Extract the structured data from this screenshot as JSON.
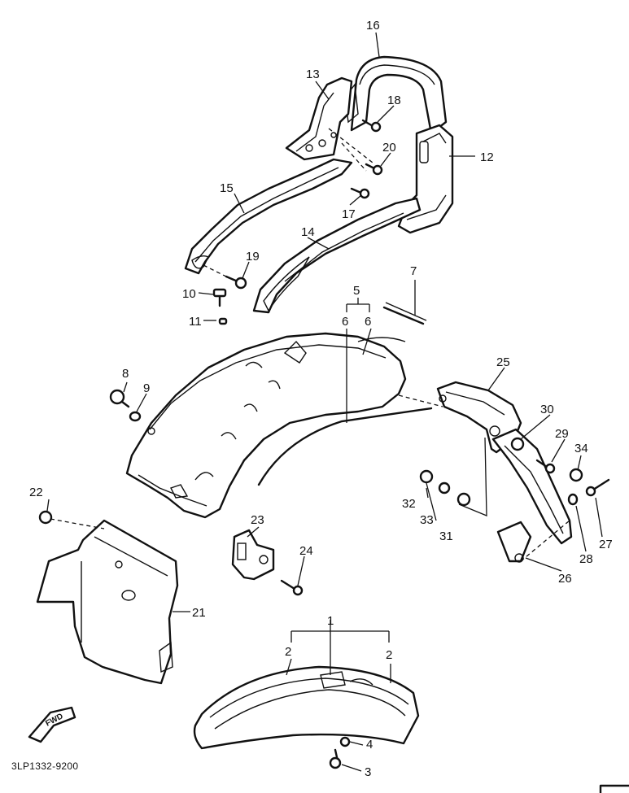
{
  "diagram_code": "3LP1332-9200",
  "fwd_label": "FWD",
  "callouts": [
    {
      "id": "c1",
      "label": "1"
    },
    {
      "id": "c2a",
      "label": "2"
    },
    {
      "id": "c2b",
      "label": "2"
    },
    {
      "id": "c3",
      "label": "3"
    },
    {
      "id": "c4",
      "label": "4"
    },
    {
      "id": "c5",
      "label": "5"
    },
    {
      "id": "c6a",
      "label": "6"
    },
    {
      "id": "c6b",
      "label": "6"
    },
    {
      "id": "c7",
      "label": "7"
    },
    {
      "id": "c8",
      "label": "8"
    },
    {
      "id": "c9",
      "label": "9"
    },
    {
      "id": "c10",
      "label": "10"
    },
    {
      "id": "c11",
      "label": "11"
    },
    {
      "id": "c12",
      "label": "12"
    },
    {
      "id": "c13",
      "label": "13"
    },
    {
      "id": "c14",
      "label": "14"
    },
    {
      "id": "c15",
      "label": "15"
    },
    {
      "id": "c16",
      "label": "16"
    },
    {
      "id": "c17",
      "label": "17"
    },
    {
      "id": "c18",
      "label": "18"
    },
    {
      "id": "c19",
      "label": "19"
    },
    {
      "id": "c20",
      "label": "20"
    },
    {
      "id": "c21",
      "label": "21"
    },
    {
      "id": "c22",
      "label": "22"
    },
    {
      "id": "c23",
      "label": "23"
    },
    {
      "id": "c24",
      "label": "24"
    },
    {
      "id": "c25",
      "label": "25"
    },
    {
      "id": "c26",
      "label": "26"
    },
    {
      "id": "c27",
      "label": "27"
    },
    {
      "id": "c28",
      "label": "28"
    },
    {
      "id": "c29",
      "label": "29"
    },
    {
      "id": "c30",
      "label": "30"
    },
    {
      "id": "c31",
      "label": "31"
    },
    {
      "id": "c32",
      "label": "32"
    },
    {
      "id": "c33",
      "label": "33"
    },
    {
      "id": "c34",
      "label": "34"
    }
  ]
}
